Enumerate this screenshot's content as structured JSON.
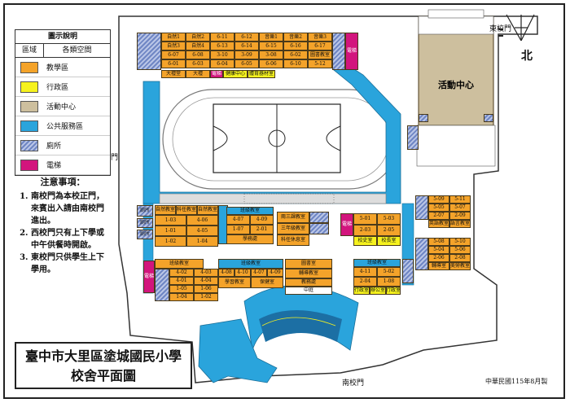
{
  "legend": {
    "title": "圖示說明",
    "header_col1": "區域",
    "header_col2": "各類空間",
    "items": [
      {
        "label": "教學區",
        "color": "#f4a32a"
      },
      {
        "label": "行政區",
        "color": "#f6f21e"
      },
      {
        "label": "活動中心",
        "color": "#cdbf9e"
      },
      {
        "label": "公共服務區",
        "color": "#2aa4dc"
      },
      {
        "label": "廁所",
        "color": "#8a9bd0"
      },
      {
        "label": "電梯",
        "color": "#d2157d"
      }
    ]
  },
  "notes": {
    "title": "注意事項：",
    "items": [
      "南校門為本校正門，來賓出入請由南校門進出。",
      "西校門只有上下學或中午供餐時開啟。",
      "東校門只供學生上下學用。"
    ]
  },
  "title_line1": "臺中市大里區塗城國民小學",
  "title_line2": "校舍平面圖",
  "footer": "中華民國115年8月製",
  "compass": "北",
  "gates": {
    "east": "東校門",
    "west": "西校門",
    "south": "南校門"
  },
  "buildings": {
    "activity_center": "活動中心",
    "north_row1": [
      "自然1",
      "自然2",
      "6-11",
      "6-12",
      "音樂1",
      "音樂2",
      "音樂3"
    ],
    "north_row2": [
      "自然3",
      "自然4",
      "6-13",
      "6-14",
      "6-15",
      "6-16",
      "6-17"
    ],
    "north_row3": [
      "6-07",
      "6-08",
      "3-10",
      "3-09",
      "3-08",
      "6-02",
      "圖書教室"
    ],
    "north_row4": [
      "6-01",
      "6-03",
      "6-04",
      "6-05",
      "6-06",
      "6-10",
      "5-12"
    ],
    "north_bottom": [
      "大禮堂",
      "大禮",
      "電梯",
      "健康中心",
      "體育器材室"
    ],
    "wc": "廁所",
    "wc_short": "廁所",
    "elevator": "電梯",
    "west1_top": [
      "自然教室",
      "科任教室",
      "自然教室"
    ],
    "west1_row1": [
      "1-03",
      "4-06"
    ],
    "west1_row2": [
      "1-01",
      "4-05"
    ],
    "west1_row3": [
      "1-02",
      "1-04"
    ],
    "west_block2_top": "班級教室",
    "west_block2_rows": [
      [
        "4-02",
        "4-03"
      ],
      [
        "4-01",
        "4-04"
      ],
      [
        "1-05",
        "1-06"
      ],
      [
        "1-04",
        "1-02"
      ]
    ],
    "west_block2_cols2": [
      "4-08",
      "4-10",
      "4-07",
      "4-09"
    ],
    "west_block2_bottom": [
      "學習教室",
      "保健室"
    ],
    "center_top": "班級教室",
    "center_rows": [
      [
        "4-07",
        "4-09"
      ],
      [
        "1-07",
        "2-01"
      ]
    ],
    "center_bottom": "學務處",
    "admin_blocks": [
      "兩三課教室",
      "三年級教室",
      "科任休息室"
    ],
    "admin_center": [
      "圖書室",
      "輔導教室",
      "教務處",
      "中庭"
    ],
    "east_mid": [
      [
        "5-01",
        "5-03"
      ],
      [
        "2-03",
        "2-05"
      ]
    ],
    "east_mid_bottom": [
      "校史室",
      "校長室"
    ],
    "east_low_top": "班級教室",
    "east_low": [
      [
        "4-11",
        "5-02"
      ],
      [
        "2-04",
        "1-08"
      ]
    ],
    "east_low_bottom": [
      "行政室",
      "辦公室",
      "行政室"
    ],
    "east_right1": [
      [
        "5-09",
        "5-11"
      ],
      [
        "5-05",
        "5-07"
      ],
      [
        "2-07",
        "2-09"
      ]
    ],
    "east_right1_bottom": [
      "英語教室",
      "語言教室"
    ],
    "east_right2": [
      [
        "5-08",
        "5-10"
      ],
      [
        "5-04",
        "5-06"
      ],
      [
        "2-06",
        "2-08"
      ]
    ],
    "east_right2_bottom": [
      "輔導室",
      "美勞教室"
    ]
  }
}
